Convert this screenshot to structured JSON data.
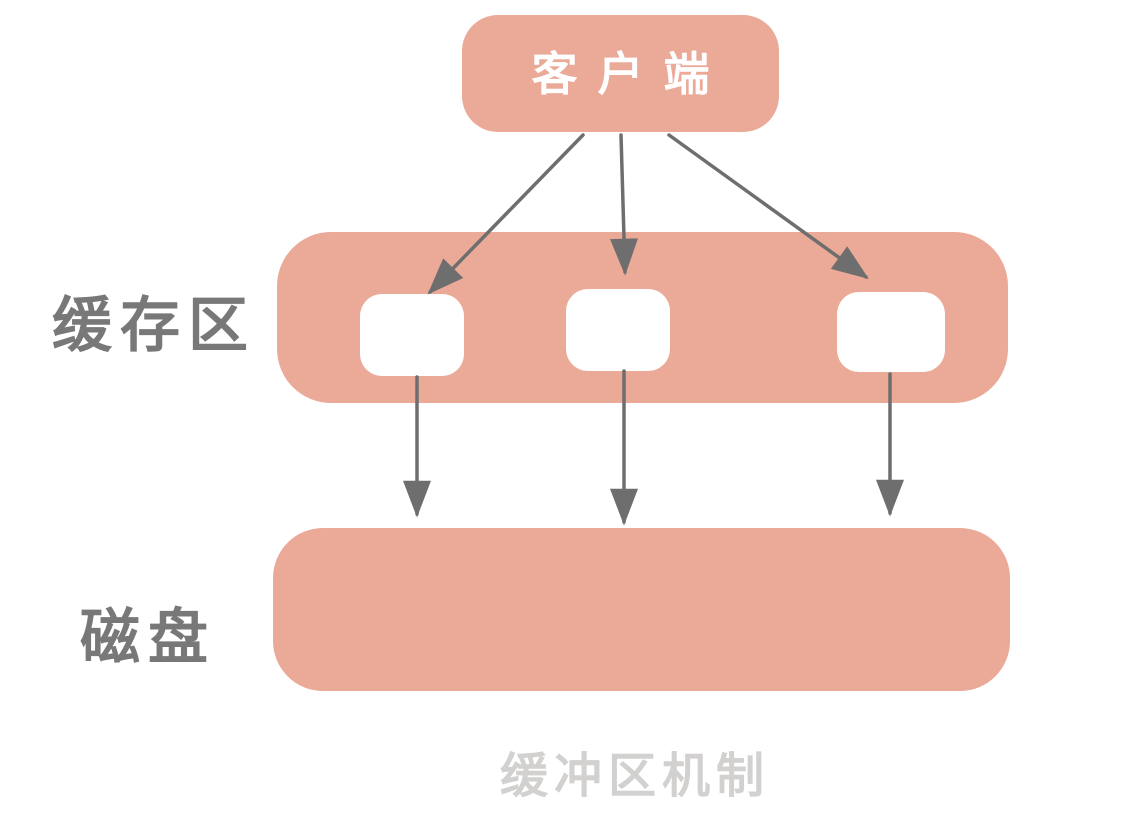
{
  "labels": {
    "client": "客户端",
    "buffer": "缓存区",
    "disk": "磁盘",
    "caption": "缓冲区机制"
  },
  "colors": {
    "background": "#FFFFFF",
    "node-fill": "#EBA998",
    "node-text": "#FFFFFF",
    "label": "#787878",
    "caption": "#D2D1D0",
    "arrow": "#6E6E6E",
    "slot-fill": "#FFFFFF"
  },
  "diagram": {
    "type": "flow",
    "caption": "缓冲区机制",
    "style": "hand-drawn",
    "nodes": [
      {
        "id": "client",
        "label": "客户端",
        "kind": "rounded-box"
      },
      {
        "id": "buffer",
        "label": "缓存区",
        "kind": "rounded-band",
        "slots": [
          "slot-1",
          "slot-2",
          "slot-3"
        ]
      },
      {
        "id": "disk",
        "label": "磁盘",
        "kind": "rounded-band"
      }
    ],
    "edges": [
      {
        "from": "client",
        "to": "buffer.slot-1"
      },
      {
        "from": "client",
        "to": "buffer.slot-2"
      },
      {
        "from": "client",
        "to": "buffer.slot-3"
      },
      {
        "from": "buffer.slot-1",
        "to": "disk"
      },
      {
        "from": "buffer.slot-2",
        "to": "disk"
      },
      {
        "from": "buffer.slot-3",
        "to": "disk"
      }
    ]
  }
}
